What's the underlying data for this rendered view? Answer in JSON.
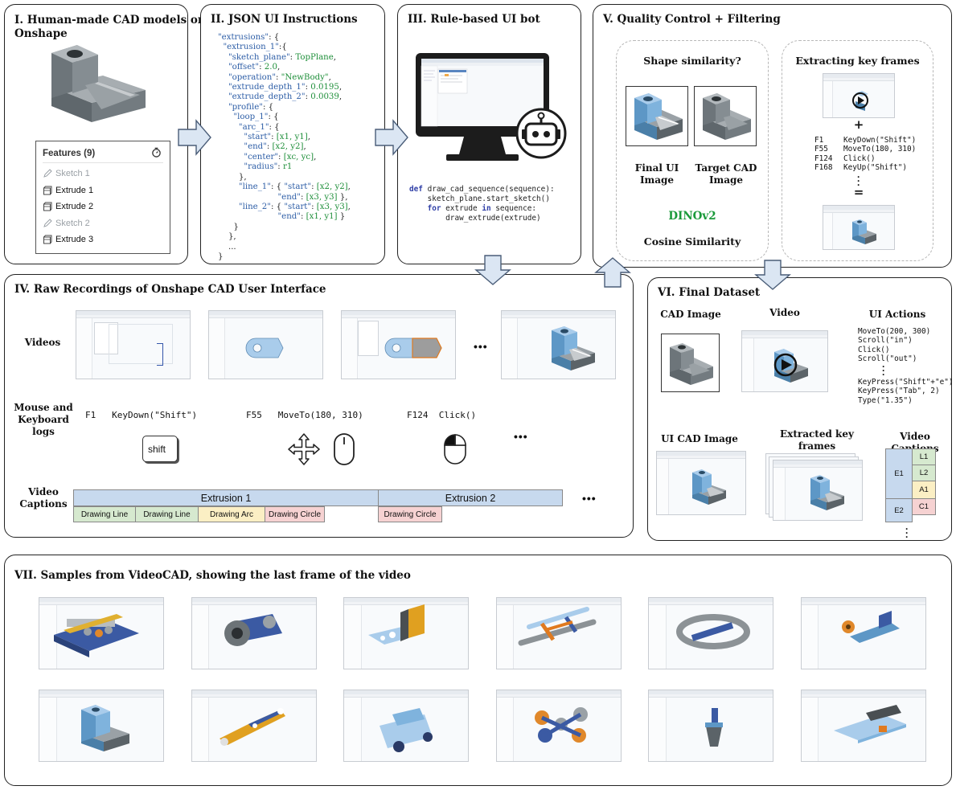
{
  "panels": {
    "p1": {
      "title": "I. Human-made CAD models on",
      "title2": "Onshape"
    },
    "p2": {
      "title": "II. JSON UI Instructions"
    },
    "p3": {
      "title": "III. Rule-based UI bot"
    },
    "p4": {
      "title": "IV. Raw Recordings of Onshape CAD User Interface"
    },
    "p5": {
      "title": "V. Quality Control + Filtering"
    },
    "p6": {
      "title": "VI. Final Dataset"
    },
    "p7": {
      "title": "VII. Samples from VideoCAD, showing the last frame of the video"
    }
  },
  "features": {
    "header": "Features (9)",
    "items": [
      {
        "label": "Sketch 1",
        "kind": "sketch"
      },
      {
        "label": "Extrude 1",
        "kind": "extrude"
      },
      {
        "label": "Extrude 2",
        "kind": "extrude"
      },
      {
        "label": "Sketch 2",
        "kind": "sketch"
      },
      {
        "label": "Extrude 3",
        "kind": "extrude"
      }
    ]
  },
  "json_lines": [
    [
      {
        "t": "\"extrusions\"",
        "c": "k"
      },
      {
        "t": ": {",
        "c": "p"
      }
    ],
    [
      {
        "t": "  \"extrusion_1\"",
        "c": "k"
      },
      {
        "t": ":{",
        "c": "p"
      }
    ],
    [
      {
        "t": "    \"sketch_plane\"",
        "c": "k"
      },
      {
        "t": ": ",
        "c": "p"
      },
      {
        "t": "TopPlane",
        "c": "s"
      },
      {
        "t": ",",
        "c": "p"
      }
    ],
    [
      {
        "t": "    \"offset\"",
        "c": "k"
      },
      {
        "t": ": ",
        "c": "p"
      },
      {
        "t": "2.0",
        "c": "s"
      },
      {
        "t": ",",
        "c": "p"
      }
    ],
    [
      {
        "t": "    \"operation\"",
        "c": "k"
      },
      {
        "t": ": ",
        "c": "p"
      },
      {
        "t": "\"NewBody\"",
        "c": "s"
      },
      {
        "t": ",",
        "c": "p"
      }
    ],
    [
      {
        "t": "    \"extrude_depth_1\"",
        "c": "k"
      },
      {
        "t": ": ",
        "c": "p"
      },
      {
        "t": "0.0195",
        "c": "s"
      },
      {
        "t": ",",
        "c": "p"
      }
    ],
    [
      {
        "t": "    \"extrude_depth_2\"",
        "c": "k"
      },
      {
        "t": ": ",
        "c": "p"
      },
      {
        "t": "0.0039",
        "c": "s"
      },
      {
        "t": ",",
        "c": "p"
      }
    ],
    [
      {
        "t": "    \"profile\"",
        "c": "k"
      },
      {
        "t": ": {",
        "c": "p"
      }
    ],
    [
      {
        "t": "      \"loop_1\"",
        "c": "k"
      },
      {
        "t": ": {",
        "c": "p"
      }
    ],
    [
      {
        "t": "        \"arc_1\"",
        "c": "k"
      },
      {
        "t": ": {",
        "c": "p"
      }
    ],
    [
      {
        "t": "          \"start\"",
        "c": "k"
      },
      {
        "t": ": ",
        "c": "p"
      },
      {
        "t": "[x1, y1]",
        "c": "s"
      },
      {
        "t": ",",
        "c": "p"
      }
    ],
    [
      {
        "t": "          \"end\"",
        "c": "k"
      },
      {
        "t": ": ",
        "c": "p"
      },
      {
        "t": "[x2, y2]",
        "c": "s"
      },
      {
        "t": ",",
        "c": "p"
      }
    ],
    [
      {
        "t": "          \"center\"",
        "c": "k"
      },
      {
        "t": ": ",
        "c": "p"
      },
      {
        "t": "[xc, yc]",
        "c": "s"
      },
      {
        "t": ",",
        "c": "p"
      }
    ],
    [
      {
        "t": "          \"radius\"",
        "c": "k"
      },
      {
        "t": ": ",
        "c": "p"
      },
      {
        "t": "r1",
        "c": "s"
      }
    ],
    [
      {
        "t": "        },",
        "c": "p"
      }
    ],
    [
      {
        "t": "        \"line_1\"",
        "c": "k"
      },
      {
        "t": ": { ",
        "c": "p"
      },
      {
        "t": "\"start\"",
        "c": "k"
      },
      {
        "t": ": ",
        "c": "p"
      },
      {
        "t": "[x2, y2]",
        "c": "s"
      },
      {
        "t": ",",
        "c": "p"
      }
    ],
    [
      {
        "t": "                       \"end\"",
        "c": "k"
      },
      {
        "t": ": ",
        "c": "p"
      },
      {
        "t": "[x3, y3]",
        "c": "s"
      },
      {
        "t": " },",
        "c": "p"
      }
    ],
    [
      {
        "t": "        \"line_2\"",
        "c": "k"
      },
      {
        "t": ": { ",
        "c": "p"
      },
      {
        "t": "\"start\"",
        "c": "k"
      },
      {
        "t": ": ",
        "c": "p"
      },
      {
        "t": "[x3, y3]",
        "c": "s"
      },
      {
        "t": ",",
        "c": "p"
      }
    ],
    [
      {
        "t": "                       \"end\"",
        "c": "k"
      },
      {
        "t": ": ",
        "c": "p"
      },
      {
        "t": "[x1, y1]",
        "c": "s"
      },
      {
        "t": " }",
        "c": "p"
      }
    ],
    [
      {
        "t": "      }",
        "c": "p"
      }
    ],
    [
      {
        "t": "    },",
        "c": "p"
      }
    ],
    [
      {
        "t": "    ...",
        "c": "p"
      }
    ],
    [
      {
        "t": "}",
        "c": "p"
      }
    ]
  ],
  "py_lines": [
    [
      {
        "t": "def",
        "c": "kw"
      },
      {
        "t": " draw_cad_sequence(sequence):",
        "c": ""
      }
    ],
    [
      {
        "t": "    sketch_plane.start_sketch()",
        "c": ""
      }
    ],
    [
      {
        "t": "    ",
        "c": ""
      },
      {
        "t": "for",
        "c": "kw"
      },
      {
        "t": " extrude ",
        "c": ""
      },
      {
        "t": "in",
        "c": "kw"
      },
      {
        "t": " sequence:",
        "c": ""
      }
    ],
    [
      {
        "t": "        draw_extrude(extrude)",
        "c": ""
      }
    ]
  ],
  "p4": {
    "videos_label": "Videos",
    "logs_label": "Mouse and\nKeyboard\nlogs",
    "captions_label": "Video\nCaptions",
    "log_entries": [
      {
        "frame": "F1",
        "action": "KeyDown(\"Shift\")"
      },
      {
        "frame": "F55",
        "action": "MoveTo(180, 310)"
      },
      {
        "frame": "F124",
        "action": "Click()"
      }
    ],
    "shift_key": "shift",
    "ellipsis": "•••",
    "captions_top": [
      {
        "label": "Extrusion 1"
      },
      {
        "label": "Extrusion 2"
      }
    ],
    "captions_bottom": [
      {
        "label": "Drawing Line",
        "color": "#d6e9cf"
      },
      {
        "label": "Drawing Line",
        "color": "#d6e9cf"
      },
      {
        "label": "Drawing Arc",
        "color": "#fbefc4"
      },
      {
        "label": "Drawing Circle",
        "color": "#f6d2d2"
      },
      {
        "label": "Drawing Circle",
        "color": "#f6d2d2"
      }
    ]
  },
  "p5": {
    "shape_title": "Shape similarity?",
    "final_ui": "Final UI\nImage",
    "target_cad": "Target CAD\nImage",
    "dino": "DINOv2",
    "cosine": "Cosine Similarity",
    "key_title": "Extracting key frames",
    "plus": "+",
    "equals": "=",
    "logs": [
      {
        "frame": "F1",
        "action": "KeyDown(\"Shift\")"
      },
      {
        "frame": "F55",
        "action": "MoveTo(180, 310)"
      },
      {
        "frame": "F124",
        "action": "Click()"
      },
      {
        "frame": "F168",
        "action": "KeyUp(\"Shift\")"
      }
    ]
  },
  "p6": {
    "cad_image": "CAD Image",
    "video": "Video",
    "ui_actions": "UI Actions",
    "actions": [
      "MoveTo(200, 300)",
      "Scroll(\"in\")",
      "Click()",
      "Scroll(\"out\")"
    ],
    "actions2": [
      "KeyPress(\"Shift\"+\"e\")",
      "KeyPress(\"Tab\", 2)",
      "Type(\"1.35\")"
    ],
    "ui_cad_image": "UI CAD Image",
    "key_frames": "Extracted key frames",
    "video_captions": "Video Captions",
    "vc": {
      "e1": "E1",
      "e2": "E2",
      "l1": "L1",
      "l2": "L2",
      "a1": "A1",
      "c1": "C1"
    }
  },
  "colors": {
    "arrow": "#dbe6f3",
    "arrow_stroke": "#4a5d78",
    "model_blue": "#7fb3dd",
    "model_grey": "#8c9296",
    "dino": "#1a9a3a",
    "json_key": "#2f5fa7",
    "json_val": "#1f8f3a"
  }
}
